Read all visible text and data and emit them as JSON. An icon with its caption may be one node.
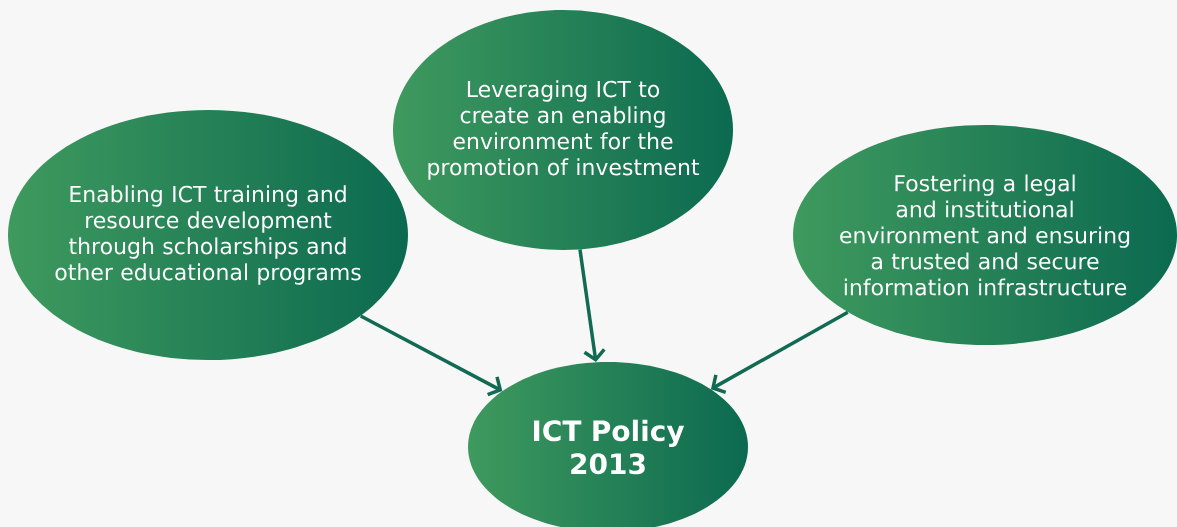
{
  "diagram": {
    "nodes": [
      {
        "text": [
          "Enabling ICT training and resource development through scholarships and other educational programs"
        ]
      },
      {
        "text": [
          "Leveraging ICT to create an enabling environment for the promotion of investment"
        ]
      },
      {
        "text": [
          "Fostering a legal and institutional environment and ensuring a trusted and secure information infrastructure"
        ]
      },
      {
        "text": [
          "ICT Policy 2013"
        ]
      }
    ],
    "edges": [
      {
        "from": 0,
        "to": 3,
        "arrow": "to"
      },
      {
        "from": 1,
        "to": 3,
        "arrow": "to"
      },
      {
        "from": 2,
        "to": 3,
        "arrow": "to"
      }
    ]
  }
}
